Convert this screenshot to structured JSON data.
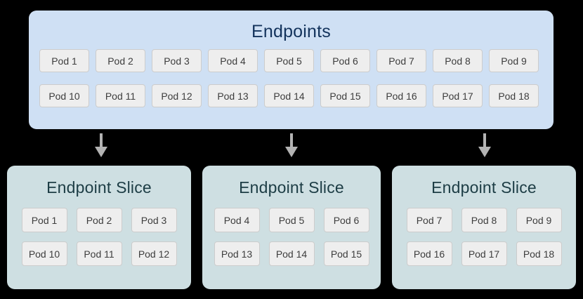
{
  "diagram": {
    "background_color": "#000000",
    "endpoints": {
      "title": "Endpoints",
      "panel_color": "#cfe0f4",
      "title_color": "#13335c",
      "rows": [
        [
          "Pod 1",
          "Pod 2",
          "Pod 3",
          "Pod 4",
          "Pod 5",
          "Pod 6",
          "Pod 7",
          "Pod 8",
          "Pod 9"
        ],
        [
          "Pod 10",
          "Pod 11",
          "Pod 12",
          "Pod 13",
          "Pod 14",
          "Pod 15",
          "Pod 16",
          "Pod 17",
          "Pod 18"
        ]
      ]
    },
    "arrows": {
      "color": "#b3b3b3",
      "count": 3,
      "direction": "down"
    },
    "slices": [
      {
        "title": "Endpoint Slice",
        "panel_color": "#cedfe2",
        "title_color": "#1d3d45",
        "rows": [
          [
            "Pod 1",
            "Pod 2",
            "Pod 3"
          ],
          [
            "Pod 10",
            "Pod 11",
            "Pod 12"
          ]
        ]
      },
      {
        "title": "Endpoint Slice",
        "panel_color": "#cedfe2",
        "title_color": "#1d3d45",
        "rows": [
          [
            "Pod 4",
            "Pod 5",
            "Pod 6"
          ],
          [
            "Pod 13",
            "Pod 14",
            "Pod 15"
          ]
        ]
      },
      {
        "title": "Endpoint Slice",
        "panel_color": "#cedfe2",
        "title_color": "#1d3d45",
        "rows": [
          [
            "Pod 7",
            "Pod 8",
            "Pod 9"
          ],
          [
            "Pod 16",
            "Pod 17",
            "Pod 18"
          ]
        ]
      }
    ],
    "chip_style": {
      "fill": "#eeeeee",
      "border": "#cccccc",
      "text": "#3d3d3d"
    }
  }
}
